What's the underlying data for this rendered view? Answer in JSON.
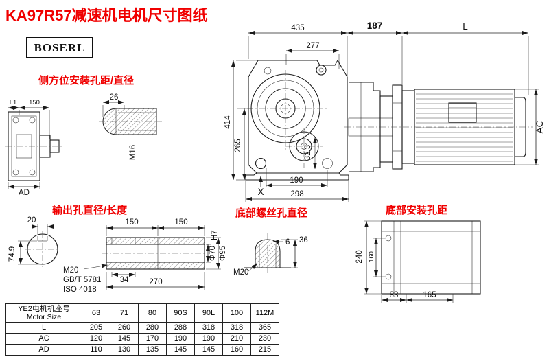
{
  "title": "KA97R57减速机电机尺寸图纸",
  "logo": "BOSERL",
  "annotations": {
    "side_mount": "侧方位安装孔距/直径",
    "output_hole": "输出孔直径/长度",
    "bottom_screw": "底部螺丝孔直径",
    "bottom_mount": "底部安装孔距"
  },
  "dimensions": {
    "overall_width": "435",
    "flange_width": "277",
    "coupling_len": "187",
    "motor_len": "L",
    "overall_height": "414",
    "center_height": "265",
    "motor_dia": "AC",
    "shaft_offset": "32.3",
    "foot_holes": "190",
    "foot_width": "298",
    "x_mark": "X",
    "l1": "L1",
    "side_150": "150",
    "side_ad": "AD",
    "pin_dia": "26",
    "pin_thread": "M16",
    "key_width": "20",
    "shaft_150a": "150",
    "shaft_150b": "150",
    "shaft_dia": "74.9",
    "thread": "M20",
    "std1": "GB/T 5781",
    "std2": "ISO 4018",
    "key_len": "34",
    "shaft_len": "270",
    "bore": "Φ70",
    "bore_tol": "H7",
    "hub_dia": "Φ95",
    "screw_tip": "6",
    "screw_len": "36",
    "screw_thread": "M20",
    "base_height": "240",
    "base_inner": "160",
    "base_83": "83",
    "base_165": "165"
  },
  "table": {
    "header_line1": "YE2电机机座号",
    "header_line2": "Motor Size",
    "sizes": [
      "63",
      "71",
      "80",
      "90S",
      "90L",
      "100",
      "112M"
    ],
    "rows": [
      {
        "label": "L",
        "values": [
          "205",
          "260",
          "280",
          "288",
          "318",
          "318",
          "365"
        ]
      },
      {
        "label": "AC",
        "values": [
          "120",
          "145",
          "170",
          "190",
          "190",
          "210",
          "230"
        ]
      },
      {
        "label": "AD",
        "values": [
          "110",
          "130",
          "135",
          "145",
          "145",
          "160",
          "215"
        ]
      }
    ]
  }
}
